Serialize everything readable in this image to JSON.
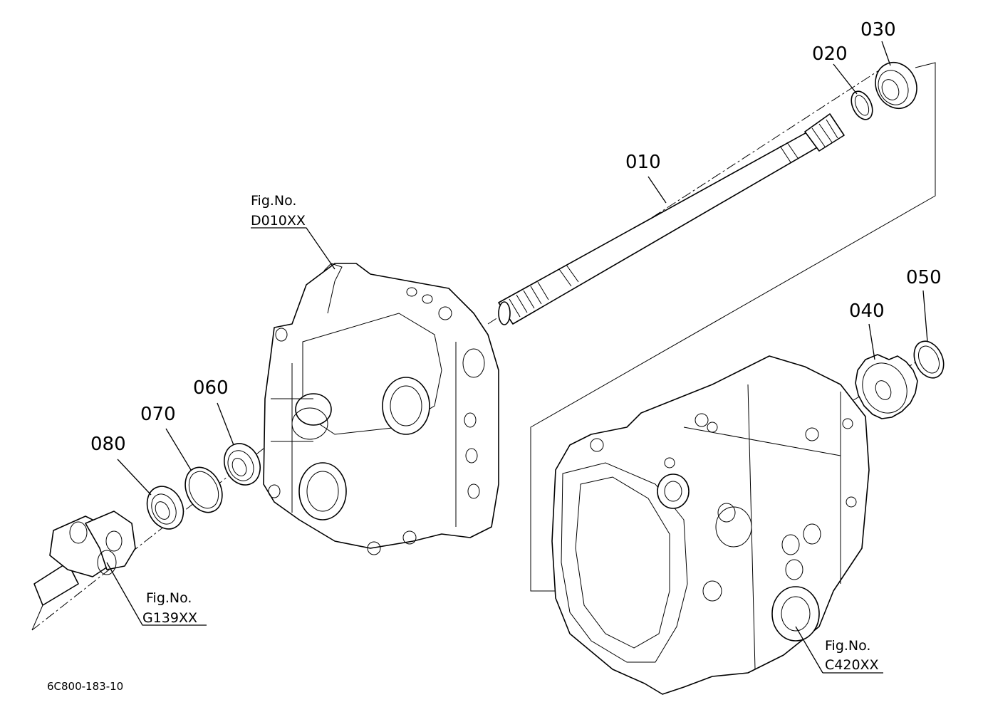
{
  "drawing_id": "6C800-183-10",
  "callouts": {
    "c010": "010",
    "c020": "020",
    "c030": "030",
    "c040": "040",
    "c050": "050",
    "c060": "060",
    "c070": "070",
    "c080": "080"
  },
  "figure_refs": {
    "d010": {
      "label": "Fig.No.",
      "code": "D010XX"
    },
    "g139": {
      "label": "Fig.No.",
      "code": "G139XX"
    },
    "c420": {
      "label": "Fig.No.",
      "code": "C420XX"
    }
  }
}
